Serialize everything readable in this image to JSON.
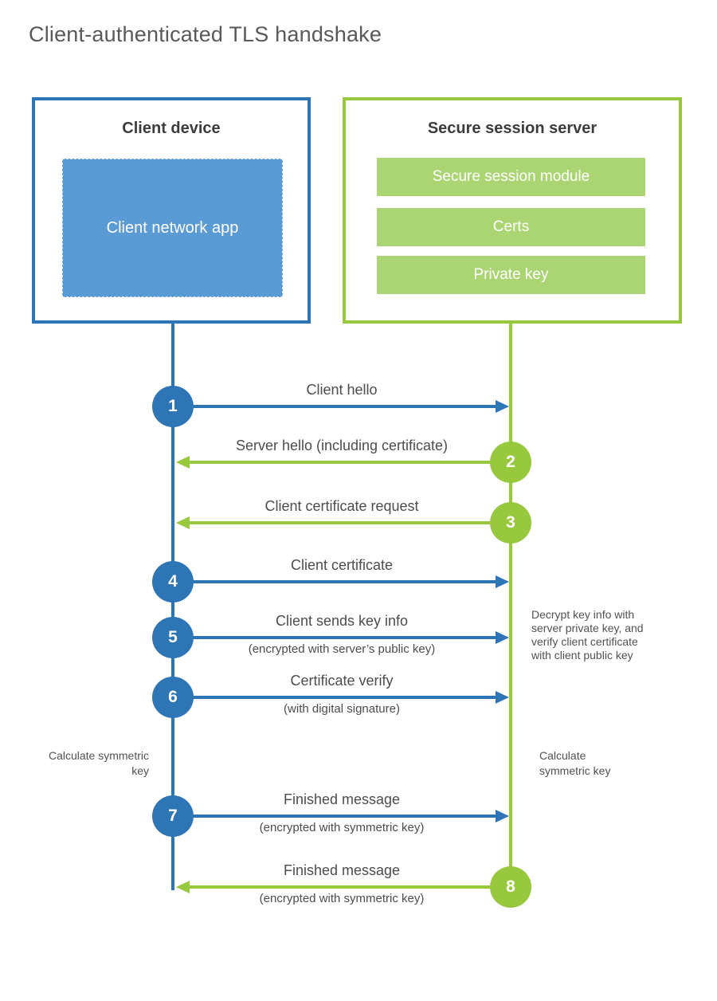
{
  "title": "Client-authenticated TLS handshake",
  "colors": {
    "blue": "#2E75B6",
    "blue-fill": "#5B9BD5",
    "green": "#97C83E",
    "green-fill": "#ABD573"
  },
  "client_box": {
    "title": "Client device",
    "app_label": "Client network app"
  },
  "server_box": {
    "title": "Secure session server",
    "modules": [
      "Secure session module",
      "Certs",
      "Private key"
    ]
  },
  "messages": [
    {
      "num": "1",
      "from": "client",
      "label": "Client hello"
    },
    {
      "num": "2",
      "from": "server",
      "label": "Server hello (including certificate)"
    },
    {
      "num": "3",
      "from": "server",
      "label": "Client certificate request"
    },
    {
      "num": "4",
      "from": "client",
      "label": "Client certificate"
    },
    {
      "num": "5",
      "from": "client",
      "label": "Client sends key info",
      "sub": "(encrypted with server’s public key)"
    },
    {
      "num": "6",
      "from": "client",
      "label": "Certificate verify",
      "sub": "(with digital signature)"
    },
    {
      "num": "7",
      "from": "client",
      "label": "Finished message",
      "sub": "(encrypted with symmetric key)"
    },
    {
      "num": "8",
      "from": "server",
      "label": "Finished message",
      "sub": "(encrypted with symmetric key)"
    }
  ],
  "notes": {
    "decrypt": "Decrypt key info with server private key, and verify client certificate with client public key",
    "calc_left": "Calculate symmetric key",
    "calc_right": "Calculate symmetric key"
  }
}
